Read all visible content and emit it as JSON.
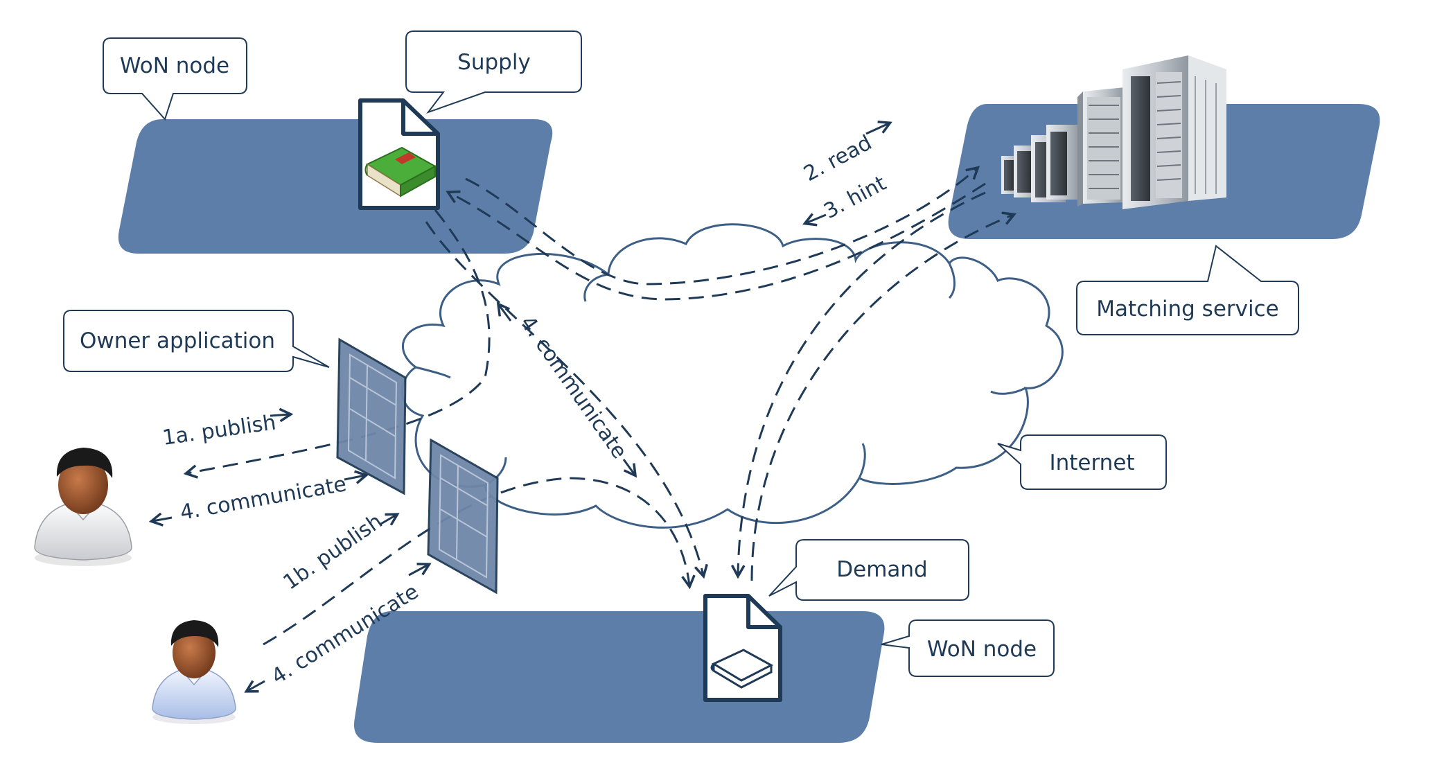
{
  "colors": {
    "platform_fill": "#5c7ea8",
    "outline": "#1f3a56",
    "cloud_stroke": "#3e5f85",
    "device_fill": "#6f86a8",
    "book_green": "#3a9a3a"
  },
  "callouts": {
    "won_node_top": "WoN node",
    "supply": "Supply",
    "owner_application": "Owner application",
    "matching_service": "Matching service",
    "internet": "Internet",
    "demand": "Demand",
    "won_node_bottom": "WoN node"
  },
  "arrows": {
    "read": "2. read",
    "hint": "3. hint",
    "communicate_center": "4. communicate",
    "publish_1a": "1a. publish",
    "communicate_user1": "4. communicate",
    "publish_1b": "1b. publish",
    "communicate_user2": "4. communicate"
  },
  "icons": {
    "supply_doc": "document-book-icon",
    "demand_doc": "document-book-outline-icon",
    "servers": "server-rack-icon",
    "user": "user-avatar-icon",
    "app": "application-window-icon"
  }
}
